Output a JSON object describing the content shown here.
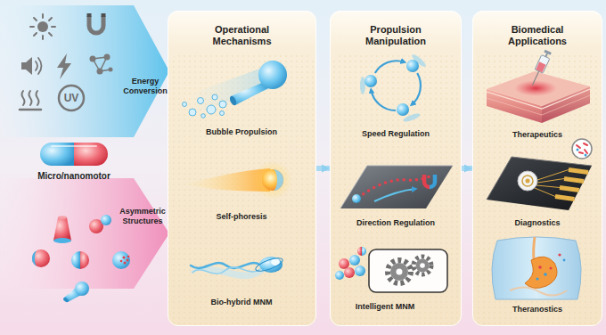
{
  "diagram": {
    "nodes": [
      {
        "text": [
          "Operational Mechanisms"
        ]
      },
      {
        "text": [
          "Propulsion Manipulation"
        ]
      },
      {
        "text": [
          "Biomedical Applications"
        ]
      }
    ],
    "edges": [
      {
        "from": 0,
        "to": 1,
        "arrow": "to"
      },
      {
        "from": 1,
        "to": 2,
        "arrow": "to"
      }
    ],
    "labels": [
      "UV",
      "Energy Conversion",
      "Micro/nanomotor",
      "Asymmetric Structures",
      "Bubble Propulsion",
      "Self-phoresis",
      "Bio-hybrid MNM",
      "Speed Regulation",
      "Direction Regulation",
      "Intelligent MNM",
      "Therapeutics",
      "Diagnostics",
      "Theranostics"
    ]
  }
}
